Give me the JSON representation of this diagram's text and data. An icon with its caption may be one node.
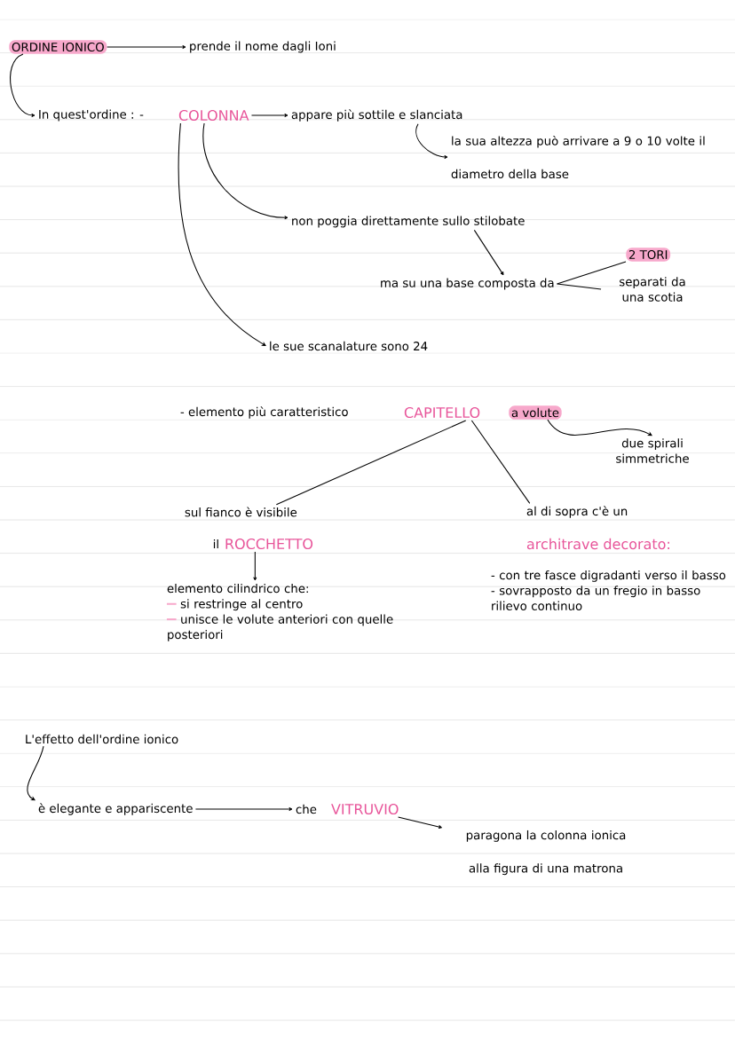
{
  "diagram": {
    "nodes": [
      {
        "text": [
          "ORDINE IONICO"
        ]
      },
      {
        "text": [
          "prende il nome dagli Ioni"
        ]
      },
      {
        "text": [
          "In quest'ordine : -"
        ]
      },
      {
        "text": [
          "COLONNA"
        ]
      },
      {
        "text": [
          "appare più sottile e slanciata"
        ]
      },
      {
        "text": [
          "la sua altezza può arrivare a 9 o 10 volte il diametro della base"
        ]
      },
      {
        "text": [
          "non poggia direttamente sullo stilobate"
        ]
      },
      {
        "text": [
          "ma su una base composta da"
        ]
      },
      {
        "text": [
          "2 TORI"
        ]
      },
      {
        "text": [
          "separati da una scotia"
        ]
      },
      {
        "text": [
          "le sue scanalature sono 24"
        ]
      },
      {
        "text": [
          "- elemento più caratteristico"
        ]
      },
      {
        "text": [
          "CAPITELLO"
        ]
      },
      {
        "text": [
          "a volute"
        ]
      },
      {
        "text": [
          "due spirali simmetriche"
        ]
      },
      {
        "text": [
          "sul fianco è visibile"
        ]
      },
      {
        "text": [
          "ROCCHETTO"
        ]
      },
      {
        "text": [
          "elemento cilindrico che:",
          "si restringe al centro",
          "unisce le volute anteriori con quelle posteriori"
        ]
      },
      {
        "text": [
          "al di sopra c'è un"
        ]
      },
      {
        "text": [
          "architrave decorato:"
        ]
      },
      {
        "text": [
          "- con tre fasce digradanti verso il basso",
          "- sovrapposto da un fregio in basso rilievo continuo"
        ]
      },
      {
        "text": [
          "L'effetto dell'ordine ionico"
        ]
      },
      {
        "text": [
          "è elegante e appariscente"
        ]
      },
      {
        "text": [
          "che"
        ]
      },
      {
        "text": [
          "VITRUVIO"
        ]
      },
      {
        "text": [
          "paragona la colonna ionica alla figura di una matrona"
        ]
      }
    ],
    "edges": [
      {
        "from": 0,
        "to": 1,
        "arrow": "to"
      },
      {
        "from": 0,
        "to": 2,
        "arrow": "to"
      },
      {
        "from": 3,
        "to": 4,
        "arrow": "to"
      },
      {
        "from": 4,
        "to": 5,
        "arrow": "to"
      },
      {
        "from": 3,
        "to": 6,
        "arrow": "to"
      },
      {
        "from": 3,
        "to": 10,
        "arrow": "to"
      },
      {
        "from": 6,
        "to": 7,
        "arrow": "to"
      },
      {
        "from": 7,
        "to": 8,
        "arrow": "none"
      },
      {
        "from": 7,
        "to": 9,
        "arrow": "none"
      },
      {
        "from": 12,
        "to": 15,
        "arrow": "none"
      },
      {
        "from": 12,
        "to": 18,
        "arrow": "none"
      },
      {
        "from": 13,
        "to": 14,
        "arrow": "to"
      },
      {
        "from": 16,
        "to": 17,
        "arrow": "to"
      },
      {
        "from": 21,
        "to": 22,
        "arrow": "to"
      },
      {
        "from": 22,
        "to": 23,
        "arrow": "to"
      },
      {
        "from": 24,
        "to": 25,
        "arrow": "to"
      }
    ],
    "labels": [
      "il"
    ]
  }
}
